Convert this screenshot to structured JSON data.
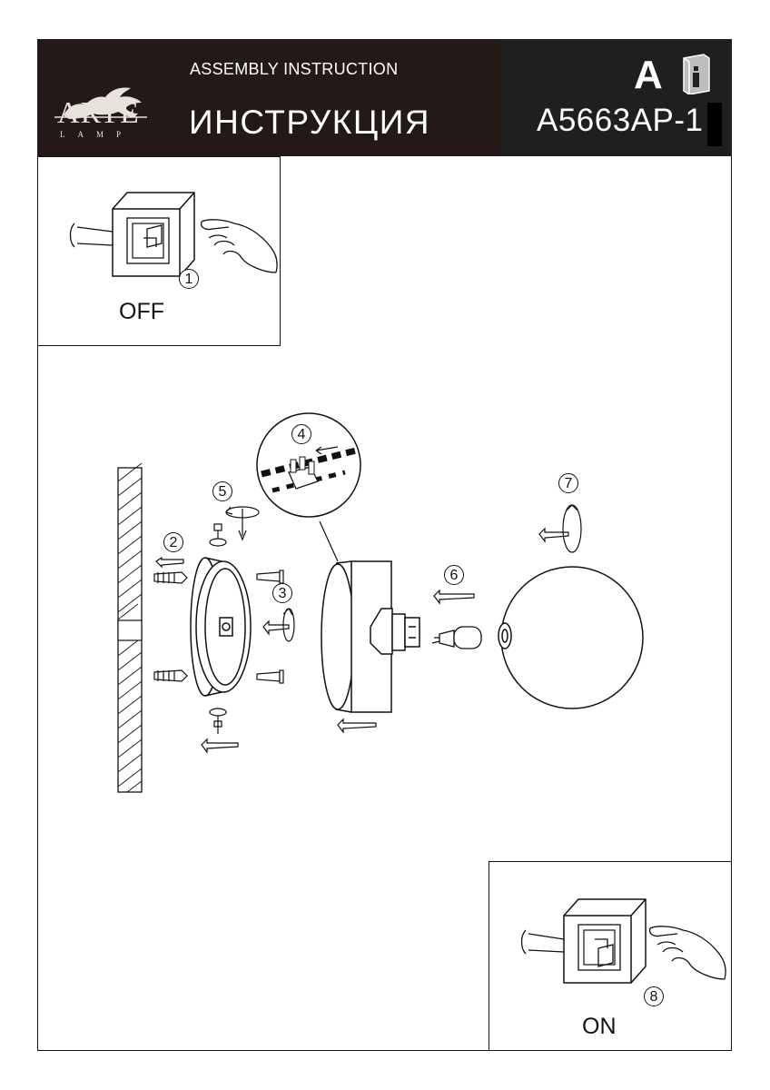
{
  "brand": {
    "name": "ARTE",
    "sub": "LAMP"
  },
  "header": {
    "subtitle": "ASSEMBLY INSTRUCTION",
    "title": "ИНСТРУКЦИЯ",
    "category_letter": "A",
    "model": "A5663AP-1"
  },
  "steps": {
    "s1": "1",
    "s2": "2",
    "s3": "3",
    "s4": "4",
    "s5": "5",
    "s6": "6",
    "s7": "7",
    "s8": "8"
  },
  "labels": {
    "off": "OFF",
    "on": "ON"
  },
  "icons": [
    "brand-lion-icon",
    "info-book-icon",
    "arrow-left-icon",
    "rotate-arrow-icon",
    "switch-icon",
    "hand-icon"
  ]
}
